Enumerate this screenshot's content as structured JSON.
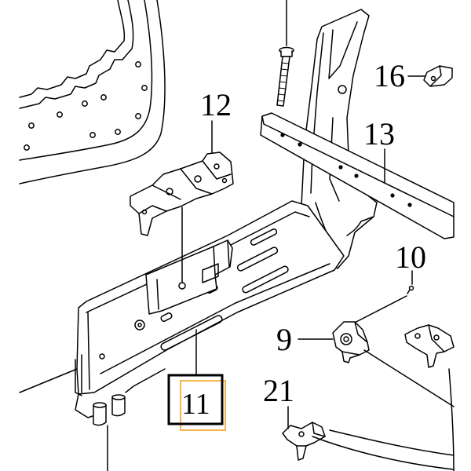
{
  "diagram": {
    "callouts": [
      {
        "label": "12",
        "highlighted": false
      },
      {
        "label": "16",
        "highlighted": false
      },
      {
        "label": "13",
        "highlighted": false
      },
      {
        "label": "10",
        "highlighted": false
      },
      {
        "label": "9",
        "highlighted": false
      },
      {
        "label": "21",
        "highlighted": false
      },
      {
        "label": "11",
        "highlighted": true
      }
    ]
  },
  "colors": {
    "line": "#000000",
    "highlight_box": "#000000",
    "highlight_offset": "#f2b54a",
    "background": "#ffffff"
  }
}
